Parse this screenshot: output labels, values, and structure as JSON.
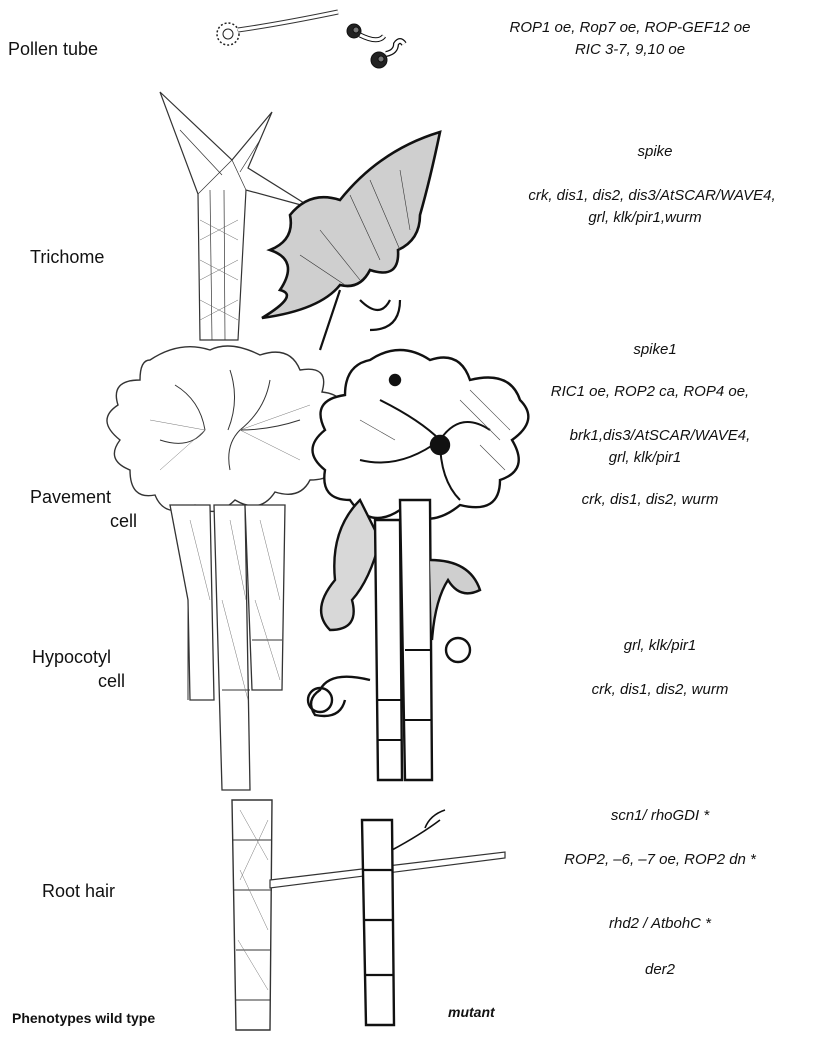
{
  "cell_labels": {
    "pollen_tube": "Pollen tube",
    "trichome": "Trichome",
    "pavement_1": "Pavement",
    "pavement_2": "cell",
    "hypocotyl_1": "Hypocotyl",
    "hypocotyl_2": "cell",
    "root_hair": "Root hair"
  },
  "genes": {
    "pollen_1": "ROP1 oe, Rop7 oe, ROP-GEF12 oe",
    "pollen_2": "RIC 3-7, 9,10 oe",
    "trichome_1": "spike",
    "trichome_2": "crk, dis1, dis2, dis3/AtSCAR/WAVE4,",
    "trichome_3": "grl, klk/pir1,wurm",
    "pavement_1": "spike1",
    "pavement_2": "RIC1 oe, ROP2 ca, ROP4 oe,",
    "pavement_3": "brk1,dis3/AtSCAR/WAVE4,",
    "pavement_4": "grl, klk/pir1",
    "pavement_5": "crk, dis1, dis2, wurm",
    "hypocotyl_1": "grl, klk/pir1",
    "hypocotyl_2": "crk, dis1, dis2, wurm",
    "root_1": "scn1/ rhoGDI *",
    "root_2": "ROP2, –6, –7 oe, ROP2 dn *",
    "root_3": "rhd2 / AtbohC *",
    "root_4": "der2"
  },
  "footer": {
    "phenotypes_wild_type": "Phenotypes wild type",
    "mutant": "mutant"
  },
  "colors": {
    "ink": "#111111",
    "background": "#ffffff",
    "hatch": "#444444"
  }
}
